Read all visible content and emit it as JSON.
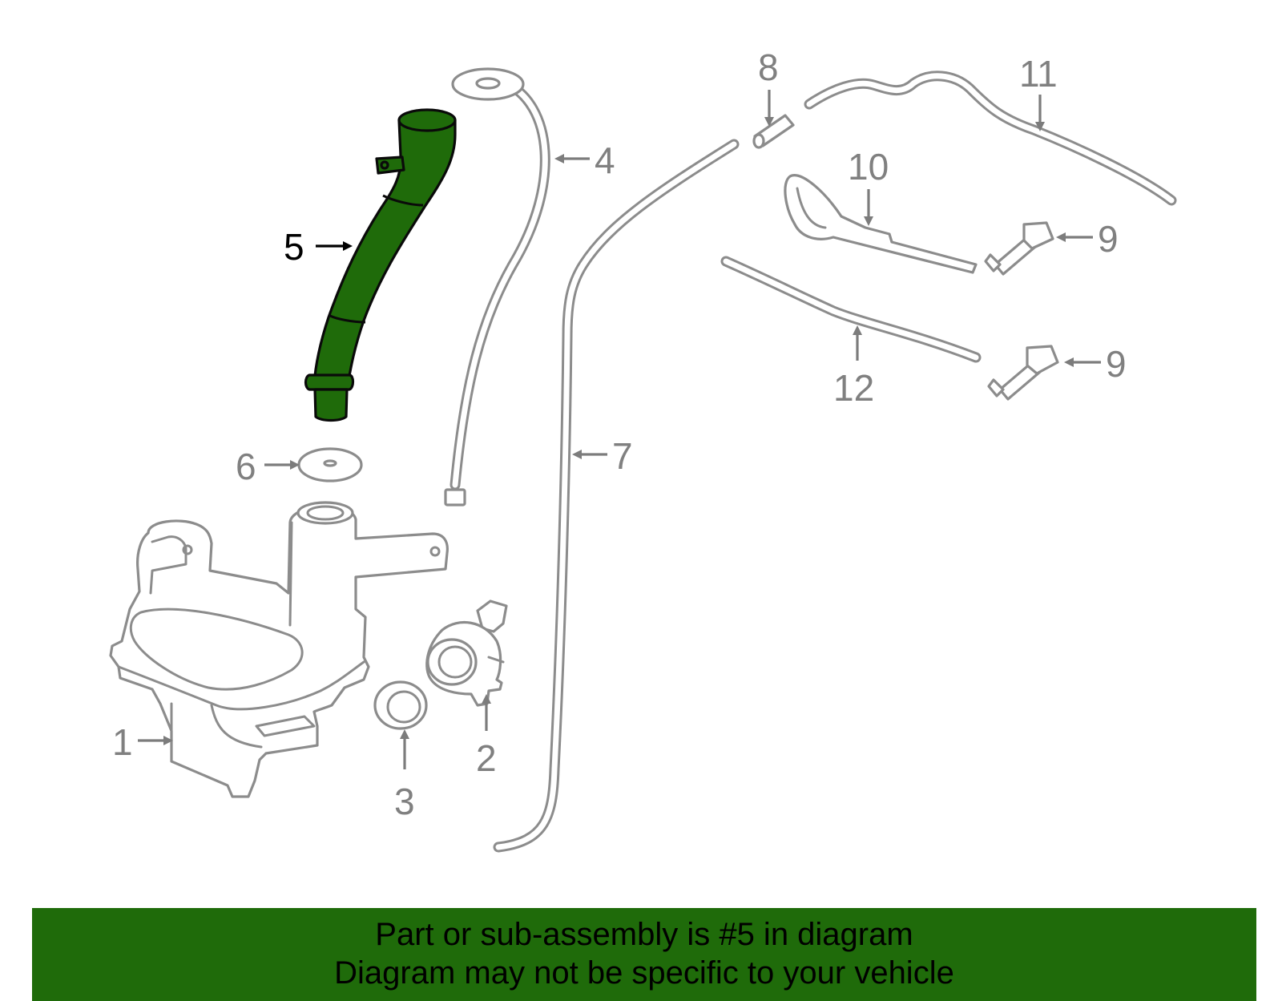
{
  "diagram": {
    "highlighted_part": "5",
    "highlight_color": "#1f6b0a",
    "line_color": "#8c8c8c",
    "callouts": [
      {
        "id": "c1",
        "label": "1"
      },
      {
        "id": "c2",
        "label": "2"
      },
      {
        "id": "c3",
        "label": "3"
      },
      {
        "id": "c4",
        "label": "4"
      },
      {
        "id": "c5",
        "label": "5"
      },
      {
        "id": "c6",
        "label": "6"
      },
      {
        "id": "c7",
        "label": "7"
      },
      {
        "id": "c8",
        "label": "8"
      },
      {
        "id": "c9a",
        "label": "9"
      },
      {
        "id": "c9b",
        "label": "9"
      },
      {
        "id": "c10",
        "label": "10"
      },
      {
        "id": "c11",
        "label": "11"
      },
      {
        "id": "c12",
        "label": "12"
      }
    ]
  },
  "banner": {
    "line1": "Part or sub-assembly is #5 in diagram",
    "line2": "Diagram may not be specific to your vehicle",
    "background": "#1f6b0a"
  }
}
